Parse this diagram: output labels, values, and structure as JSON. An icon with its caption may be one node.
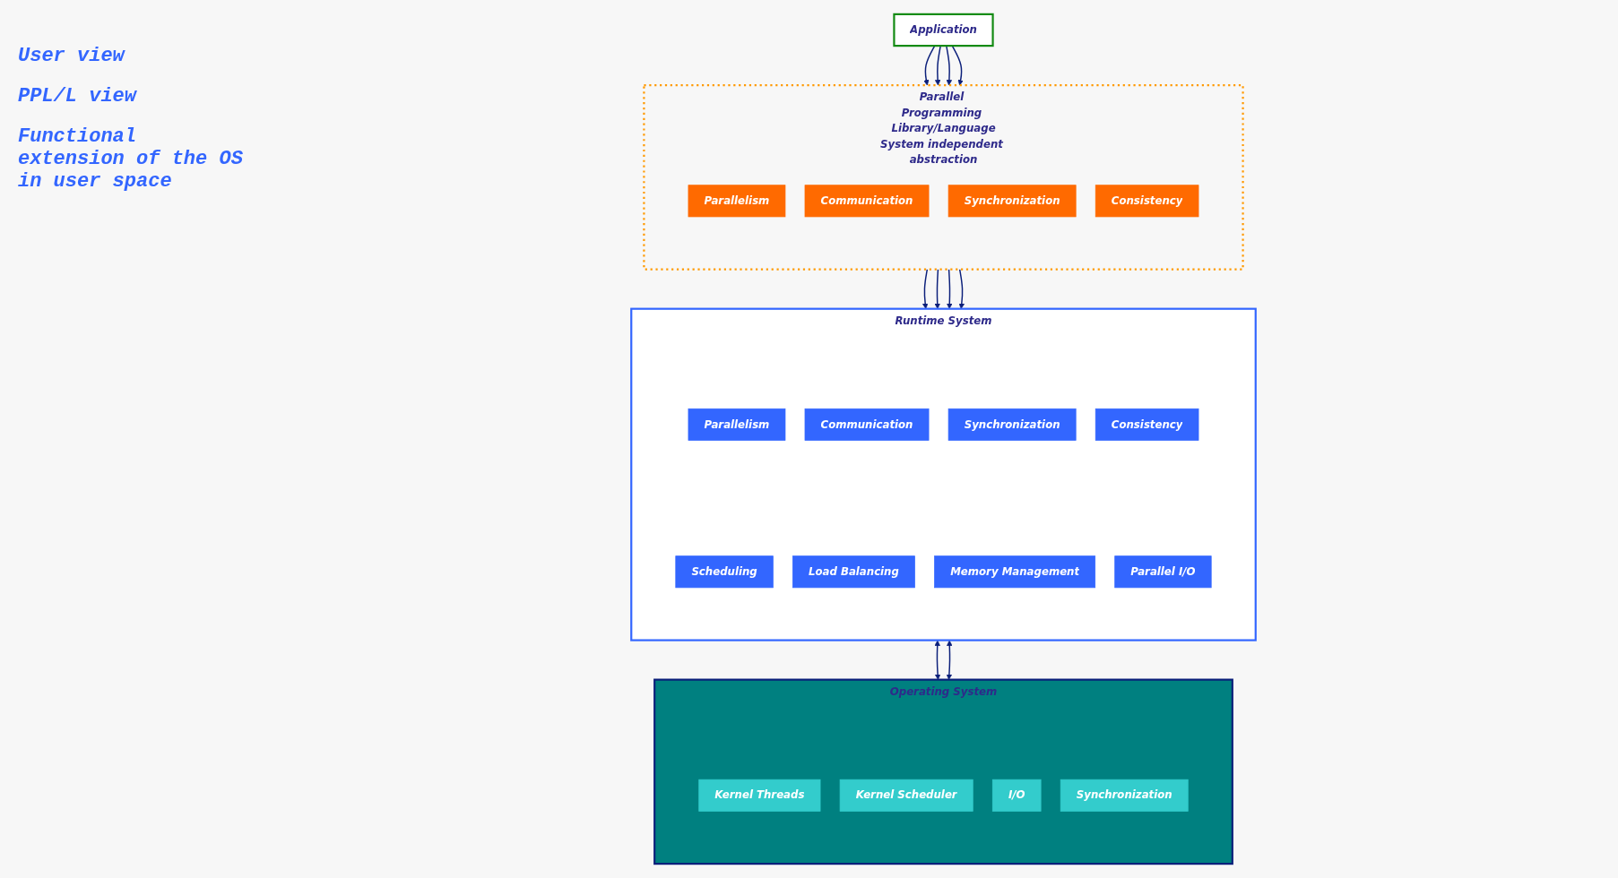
{
  "diagram": {
    "nodes": [
      {
        "text": [
          "Application"
        ]
      },
      {
        "text": [
          "Parallel Programming Library/Language",
          "System independent abstraction"
        ]
      },
      {
        "text": [
          "Parallelism"
        ],
        "in": 1
      },
      {
        "text": [
          "Communication"
        ],
        "in": 1
      },
      {
        "text": [
          "Synchronization"
        ],
        "in": 1
      },
      {
        "text": [
          "Consistency"
        ],
        "in": 1
      },
      {
        "text": [
          "Runtime System"
        ]
      },
      {
        "text": [
          "Parallelism"
        ],
        "in": 6
      },
      {
        "text": [
          "Communication"
        ],
        "in": 6
      },
      {
        "text": [
          "Synchronization"
        ],
        "in": 6
      },
      {
        "text": [
          "Consistency"
        ],
        "in": 6
      },
      {
        "text": [
          "Scheduling"
        ],
        "in": 6
      },
      {
        "text": [
          "Load Balancing"
        ],
        "in": 6
      },
      {
        "text": [
          "Memory Management"
        ],
        "in": 6
      },
      {
        "text": [
          "Parallel I/O"
        ],
        "in": 6
      },
      {
        "text": [
          "Operating System"
        ]
      },
      {
        "text": [
          "Kernel Threads"
        ],
        "in": 15
      },
      {
        "text": [
          "Kernel Scheduler"
        ],
        "in": 15
      },
      {
        "text": [
          "I/O"
        ],
        "in": 15
      },
      {
        "text": [
          "Synchronization"
        ],
        "in": 15
      }
    ],
    "edges": [
      {
        "from": 0,
        "to": 1,
        "arrow": "to"
      },
      {
        "from": 0,
        "to": 1,
        "arrow": "to"
      },
      {
        "from": 0,
        "to": 1,
        "arrow": "to"
      },
      {
        "from": 0,
        "to": 1,
        "arrow": "to"
      },
      {
        "from": 1,
        "to": 6,
        "arrow": "to"
      },
      {
        "from": 1,
        "to": 6,
        "arrow": "to"
      },
      {
        "from": 1,
        "to": 6,
        "arrow": "to"
      },
      {
        "from": 1,
        "to": 6,
        "arrow": "to"
      },
      {
        "from": 6,
        "to": 15,
        "arrow": "both"
      },
      {
        "from": 6,
        "to": 15,
        "arrow": "both"
      }
    ],
    "labels": [
      "User view",
      "PPL/L view",
      "Functional extension of the OS in user space"
    ]
  }
}
